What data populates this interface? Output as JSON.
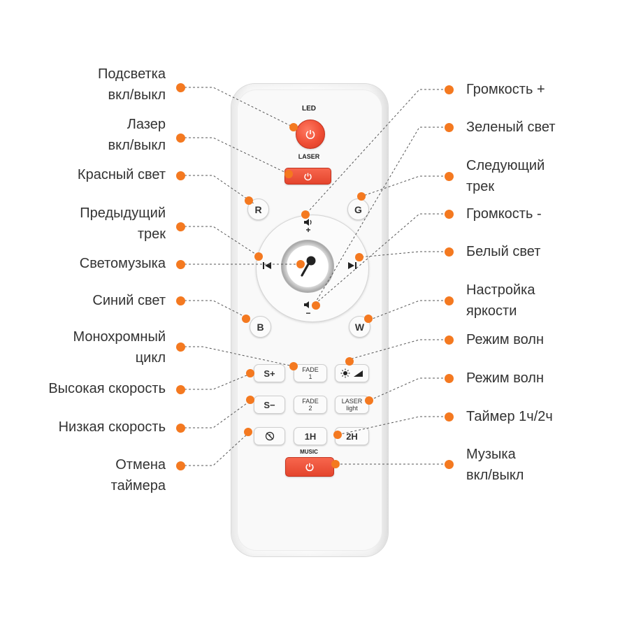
{
  "labels_left": [
    {
      "id": "backlight",
      "text": "Подсветка\nвкл/выкл"
    },
    {
      "id": "laser",
      "text": "Лазер\nвкл/выкл"
    },
    {
      "id": "red-light",
      "text": "Красный свет"
    },
    {
      "id": "prev-track",
      "text": "Предыдущий\nтрек"
    },
    {
      "id": "light-music",
      "text": "Светомузыка"
    },
    {
      "id": "blue-light",
      "text": "Синий свет"
    },
    {
      "id": "mono-cycle",
      "text": "Монохромный\nцикл"
    },
    {
      "id": "high-speed",
      "text": "Высокая скорость"
    },
    {
      "id": "low-speed",
      "text": "Низкая скорость"
    },
    {
      "id": "timer-cancel",
      "text": "Отмена\nтаймера"
    }
  ],
  "labels_right": [
    {
      "id": "volume-up",
      "text": "Громкость +"
    },
    {
      "id": "green-light",
      "text": "Зеленый свет"
    },
    {
      "id": "next-track",
      "text": "Следующий\nтрек"
    },
    {
      "id": "volume-down",
      "text": "Громкость -"
    },
    {
      "id": "white-light",
      "text": "Белый свет"
    },
    {
      "id": "brightness",
      "text": "Настройка\nяркости"
    },
    {
      "id": "wave-mode-1",
      "text": "Режим волн"
    },
    {
      "id": "wave-mode-2",
      "text": "Режим волн"
    },
    {
      "id": "timer",
      "text": "Таймер 1ч/2ч"
    },
    {
      "id": "music",
      "text": "Музыка\nвкл/выкл"
    }
  ],
  "remote": {
    "led_label": "LED",
    "laser_label": "LASER",
    "music_label": "MUSIC",
    "r": "R",
    "g": "G",
    "b": "B",
    "w": "W",
    "s_plus": "S+",
    "s_minus": "S−",
    "fade1_top": "FADE",
    "fade1_bottom": "1",
    "fade2_top": "FADE",
    "fade2_bottom": "2",
    "laser_light_top": "LASER",
    "laser_light_bottom": "light",
    "h1": "1H",
    "h2": "2H",
    "vol_plus": "+",
    "vol_minus": "−"
  },
  "colors": {
    "accent": "#f47920",
    "power_red": "#e94a32"
  }
}
